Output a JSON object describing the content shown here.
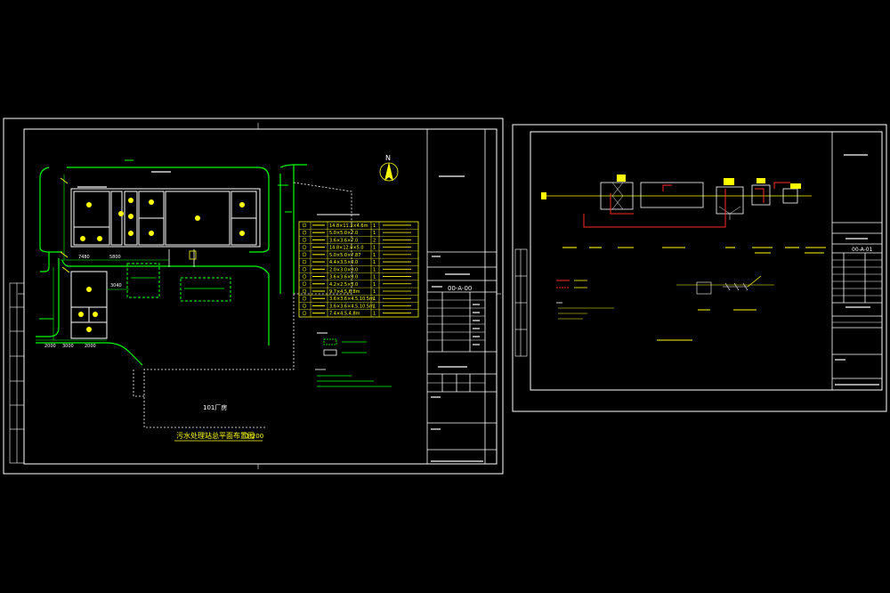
{
  "sheet1": {
    "north_label": "N",
    "plan_title": "污水处理站总平面布置图",
    "plan_scale": "1:200",
    "drawing_no": "00-A-00",
    "building_label": "101厂房",
    "dims": [
      "7480",
      "5800",
      "2000",
      "3000",
      "2000",
      "3040"
    ],
    "table_rows": [
      {
        "spec": "14.8×11.3×4.6m",
        "qty": "1"
      },
      {
        "spec": "5.0×5.0×7.0",
        "qty": "1"
      },
      {
        "spec": "3.6×3.6×7.0",
        "qty": "2"
      },
      {
        "spec": "14.8×12.0×5.0",
        "qty": "1"
      },
      {
        "spec": "5.0×5.0×7.87",
        "qty": "1"
      },
      {
        "spec": "4.4×3.5×3.0",
        "qty": "1"
      },
      {
        "spec": "2.0×3.0×3.0",
        "qty": "1"
      },
      {
        "spec": "3.6×3.6×3.0",
        "qty": "1"
      },
      {
        "spec": "4.2×2.5×3.0",
        "qty": "1"
      },
      {
        "spec": "9.7×4.5,6.8m",
        "qty": "1"
      },
      {
        "spec": "3.6×3.6×4.5,10.5m",
        "qty": "1"
      },
      {
        "spec": "3.6×3.6×4.5,10.5m",
        "qty": "1"
      },
      {
        "spec": "7.4×4.5,4.8m",
        "qty": "1"
      }
    ]
  },
  "sheet2": {
    "drawing_no": "00-A-01"
  },
  "colors": {
    "background": "#000000",
    "frame": "#ffffff",
    "green": "#00ff00",
    "yellow": "#ffff00",
    "red": "#ff2a2a",
    "cyan": "#00ffff"
  }
}
